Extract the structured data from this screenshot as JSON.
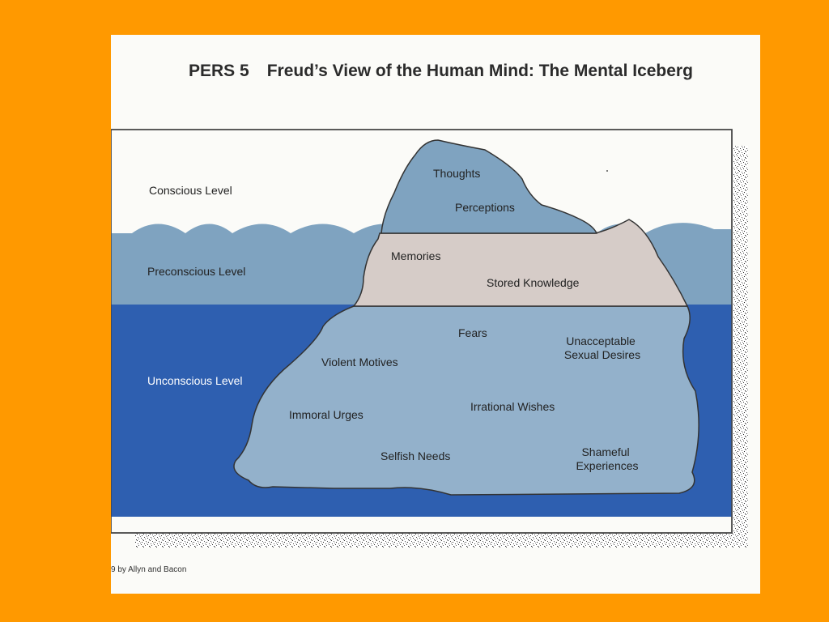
{
  "title": {
    "code": "PERS 5",
    "text": "Freud’s View of the Human Mind:  The Mental Iceberg"
  },
  "levels": {
    "conscious": "Conscious Level",
    "preconscious": "Preconscious Level",
    "unconscious": "Unconscious Level"
  },
  "conscious_items": [
    "Thoughts",
    "Perceptions"
  ],
  "preconscious_items": [
    "Memories",
    "Stored Knowledge"
  ],
  "unconscious_items": [
    "Fears",
    "Unacceptable Sexual Desires",
    "Violent Motives",
    "Irrational Wishes",
    "Immoral Urges",
    "Selfish Needs",
    "Shameful Experiences"
  ],
  "credit": "9 by Allyn and Bacon",
  "colors": {
    "background": "#FF9900",
    "sky": "#FBFBF8",
    "preconscious_water": "#7FA3C0",
    "unconscious_water": "#2E5FB0",
    "iceberg_top": "#7FA3C0",
    "iceberg_middle": "#D6CCC8",
    "iceberg_bottom": "#93B1CB"
  }
}
